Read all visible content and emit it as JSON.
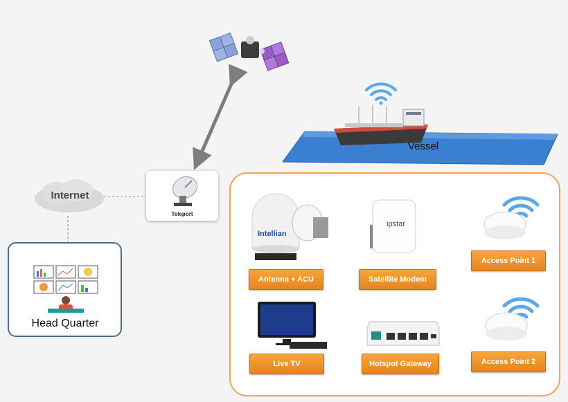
{
  "nodes": {
    "internet": "Internet",
    "head_quarter": "Head Quarter",
    "teleport": "Teleport",
    "vessel": "Vessel"
  },
  "devices": {
    "antenna_acu": "Antenna + ACU",
    "satellite_modem": "Satellite Modem",
    "live_tv": "Live TV",
    "hotspot_gateway": "Hotspot Gateway",
    "access_point_1": "Access Point 1",
    "access_point_2": "Access Point 2"
  },
  "brands": {
    "antenna": "Intellian",
    "modem": "ipstar"
  },
  "colors": {
    "orange": "#f29a3a",
    "frame": "#f0a257",
    "hq_border": "#4a6d8c",
    "sea": "#3b7fd0",
    "wifi": "#5aa8e8"
  }
}
